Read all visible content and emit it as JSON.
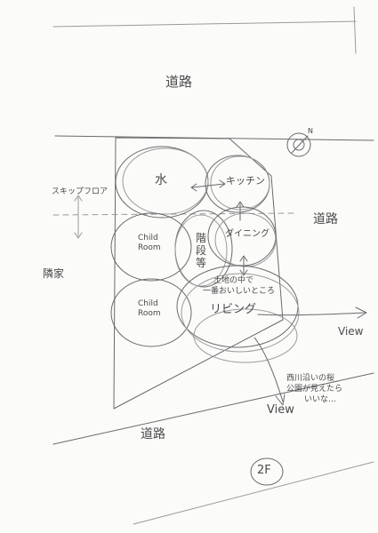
{
  "labels": {
    "road_top": "道路",
    "road_right": "道路",
    "road_bottom": "道路",
    "neighbor": "隣家",
    "skip_floor": "スキップフロア",
    "water": "水",
    "kitchen": "キッチン",
    "dining": "ダイニング",
    "stairs": "階段等",
    "child_room_1_line1": "Child",
    "child_room_1_line2": "Room",
    "child_room_2_line1": "Child",
    "child_room_2_line2": "Room",
    "best_spot_line1": "土地の中で",
    "best_spot_line2": "一番おいしいところ",
    "living": "リビング",
    "view_right": "View",
    "view_bottom": "View",
    "note_line1": "西川沿いの桜",
    "note_line2": "公園が見えたら",
    "note_line3": "いいな…",
    "floor": "2F",
    "north": "N"
  },
  "colors": {
    "pencil": "#6a6a6a",
    "paper": "#fbfbfa"
  }
}
